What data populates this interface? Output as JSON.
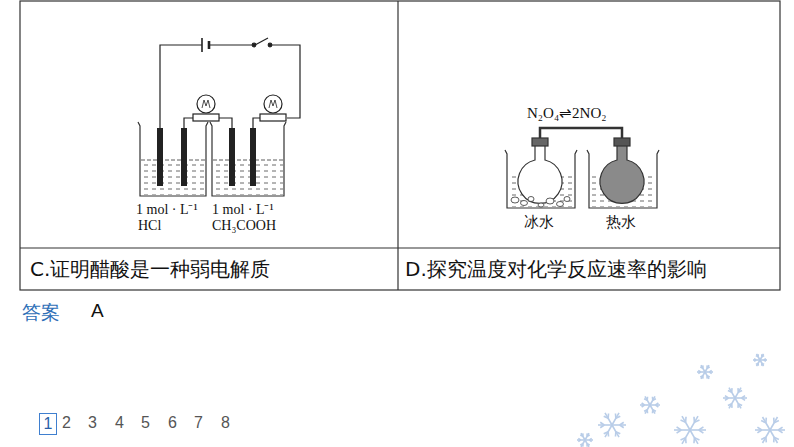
{
  "diagram": {
    "nodes": [
      {
        "text": [
          "C.证明醋酸是一种弱电解质"
        ]
      },
      {
        "text": [
          "D.探究温度对化学反应速率的影响"
        ]
      },
      {
        "text": [
          "1"
        ]
      }
    ],
    "labels": [
      "1 mol · L⁻¹",
      "HCl",
      "1 mol · L⁻¹",
      "CH₃COOH",
      "N₂O₄⇌2NO₂",
      "冰水",
      "热水",
      "答案",
      "A",
      "2",
      "3",
      "4",
      "5",
      "6",
      "7",
      "8"
    ]
  }
}
